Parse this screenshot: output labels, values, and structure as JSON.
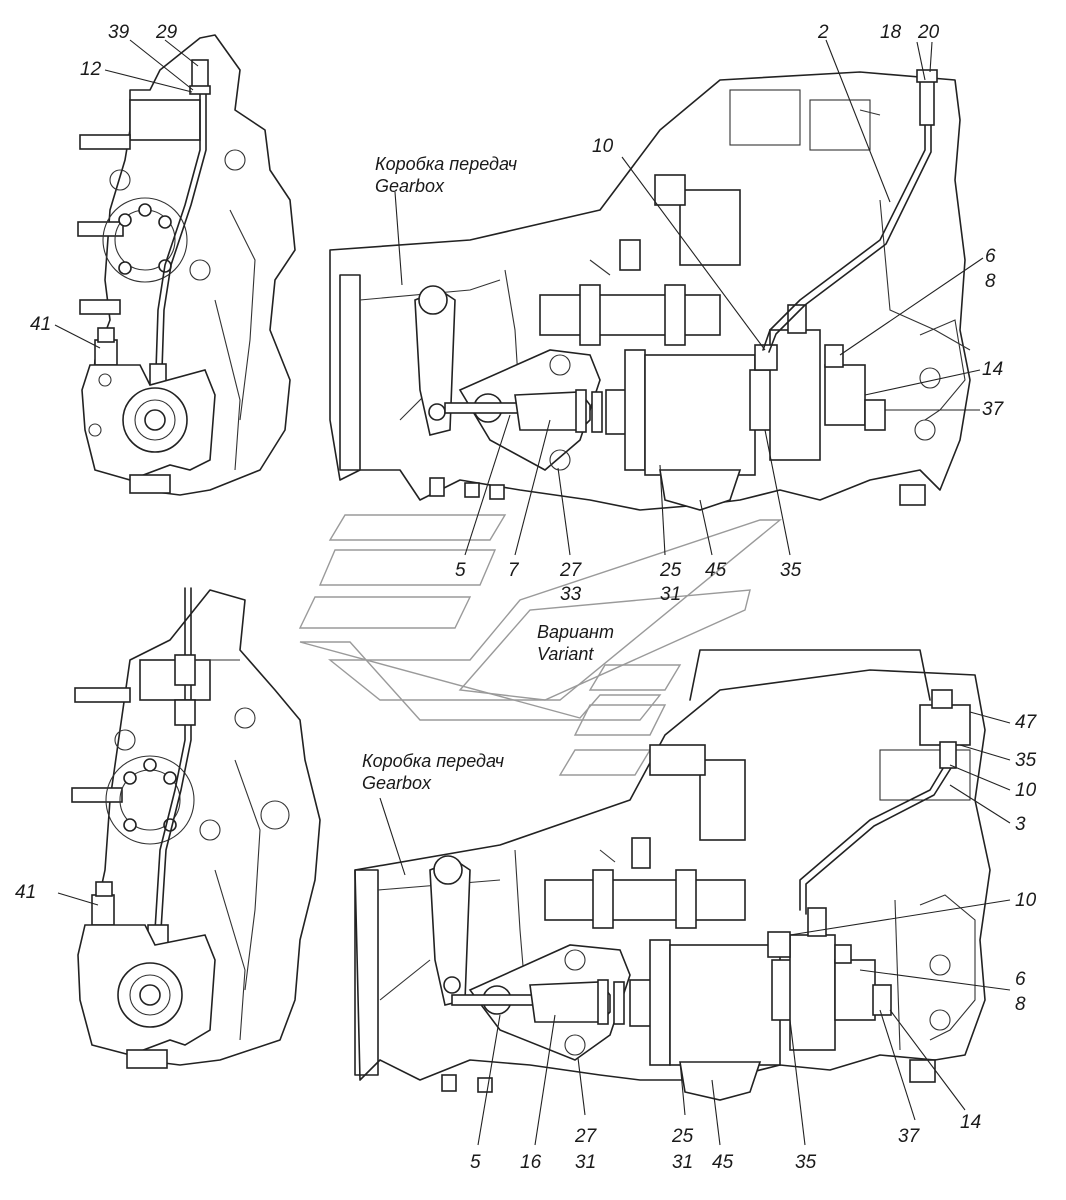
{
  "captions": {
    "gearbox_top_ru": "Коробка передач",
    "gearbox_top_en": "Gearbox",
    "gearbox_bottom_ru": "Коробка передач",
    "gearbox_bottom_en": "Gearbox",
    "variant_ru": "Вариант",
    "variant_en": "Variant"
  },
  "callouts_top_left": [
    "39",
    "29",
    "12",
    "41"
  ],
  "callouts_top_right": [
    "2",
    "18",
    "20",
    "10",
    "6",
    "8",
    "14",
    "37",
    "5",
    "7",
    "27",
    "33",
    "25",
    "31",
    "45",
    "35"
  ],
  "callouts_bottom_left": [
    "41"
  ],
  "callouts_bottom_right": [
    "47",
    "35",
    "10",
    "3",
    "10",
    "6",
    "8",
    "37",
    "14",
    "5",
    "16",
    "27",
    "31",
    "25",
    "31",
    "45",
    "35"
  ],
  "colors": {
    "ink": "#222222",
    "paper": "#ffffff",
    "watermark": "#9a9a9a"
  }
}
